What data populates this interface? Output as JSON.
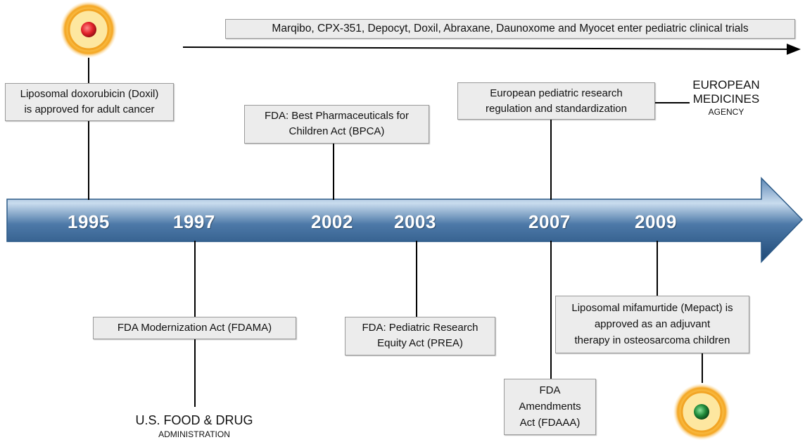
{
  "trials_box": {
    "text": "Marqibo, CPX-351, Depocyt, Doxil, Abraxane, Daunoxome and Myocet enter pediatric clinical trials"
  },
  "years": [
    "1995",
    "1997",
    "2002",
    "2003",
    "2007",
    "2009"
  ],
  "events": {
    "doxil": [
      "Liposomal doxorubicin (Doxil)",
      "is approved for adult cancer"
    ],
    "bpca": [
      "FDA: Best Pharmaceuticals for",
      "Children Act (BPCA)"
    ],
    "ema_reg": [
      "European pediatric research",
      "regulation and standardization"
    ],
    "fdama": [
      "FDA Modernization Act (FDAMA)"
    ],
    "prea": [
      "FDA: Pediatric Research",
      "Equity Act (PREA)"
    ],
    "fdaaa": [
      "FDA",
      "Amendments",
      "Act (FDAAA)"
    ],
    "mepact": [
      "Liposomal mifamurtide (Mepact) is",
      "approved as an adjuvant",
      "therapy in osteosarcoma children"
    ]
  },
  "ema_logo": {
    "line1": "EUROPEAN",
    "line2": "MEDICINES",
    "line3": "AGENCY"
  },
  "fda_logo": {
    "line1": "U.S. FOOD & DRUG",
    "line2": "ADMINISTRATION"
  },
  "icons": {
    "top": "liposome-red-icon",
    "bottom": "liposome-green-icon"
  },
  "colors": {
    "arrow_dark": "#25527f",
    "arrow_light": "#c9dcee",
    "liposome_ring": "#f4a623",
    "core_red": "#e3222b",
    "core_green": "#1f8a3a"
  }
}
